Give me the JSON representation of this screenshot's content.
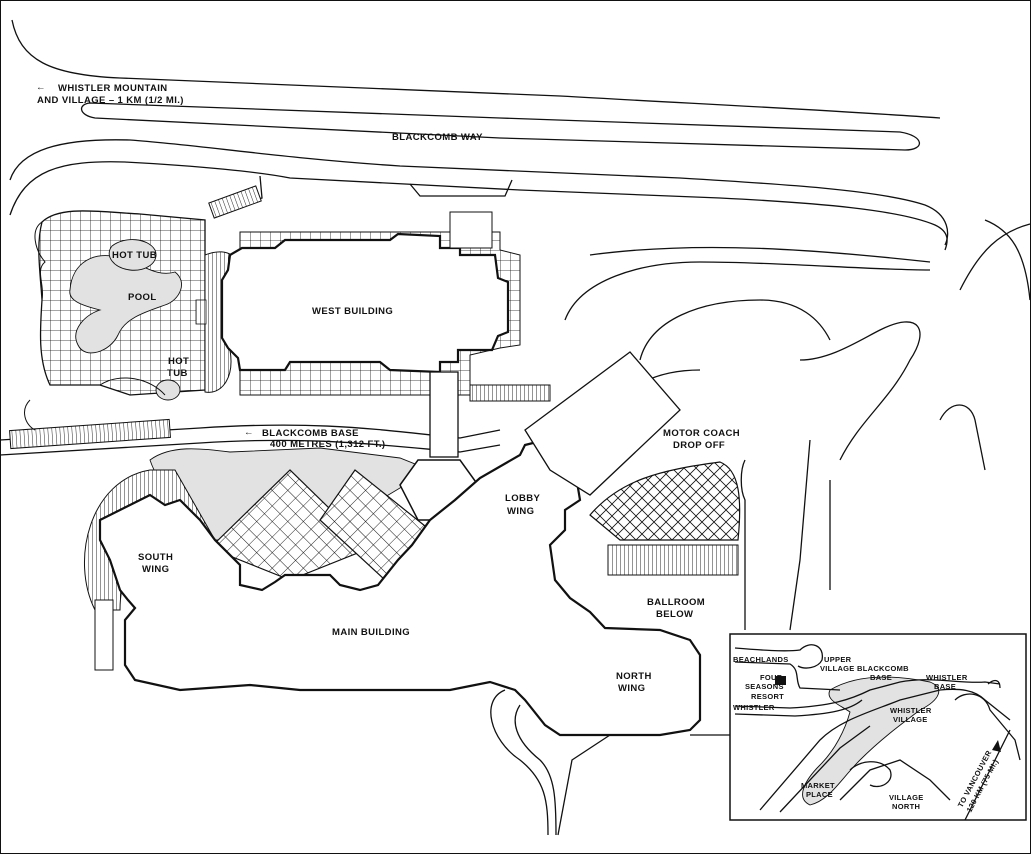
{
  "map": {
    "labels": {
      "whistler_mountain_line1": "WHISTLER MOUNTAIN",
      "whistler_mountain_line2": "AND VILLAGE – 1 KM (1/2 MI.)",
      "blackcomb_way": "BLACKCOMB WAY",
      "hot_tub_top": "HOT TUB",
      "pool": "POOL",
      "hot_tub_bottom_line1": "HOT",
      "hot_tub_bottom_line2": "TUB",
      "west_building": "WEST BUILDING",
      "blackcomb_base_line1": "BLACKCOMB BASE",
      "blackcomb_base_line2": "400 METRES (1,312 FT.)",
      "motor_coach_line1": "MOTOR COACH",
      "motor_coach_line2": "DROP OFF",
      "lobby_wing_line1": "LOBBY",
      "lobby_wing_line2": "WING",
      "south_wing_line1": "SOUTH",
      "south_wing_line2": "WING",
      "main_building": "MAIN BUILDING",
      "ballroom_line1": "BALLROOM",
      "ballroom_line2": "BELOW",
      "north_wing_line1": "NORTH",
      "north_wing_line2": "WING"
    },
    "inset": {
      "beachlands": "BEACHLANDS",
      "upper_village_line1": "UPPER",
      "upper_village_line2": "VILLAGE",
      "blackcomb_base_line1": "BLACKCOMB",
      "blackcomb_base_line2": "BASE",
      "whistler_base_line1": "WHISTLER",
      "whistler_base_line2": "BASE",
      "four_seasons_line1": "FOUR",
      "four_seasons_line2": "SEASONS",
      "four_seasons_line3": "RESORT",
      "four_seasons_line4": "WHISTLER",
      "whistler_village_line1": "WHISTLER",
      "whistler_village_line2": "VILLAGE",
      "market_place_line1": "MARKET",
      "market_place_line2": "PLACE",
      "village_north_line1": "VILLAGE",
      "village_north_line2": "NORTH",
      "to_vancouver_line1": "TO VANCOUVER",
      "to_vancouver_line2": "120 KM (75 MI.)"
    }
  }
}
